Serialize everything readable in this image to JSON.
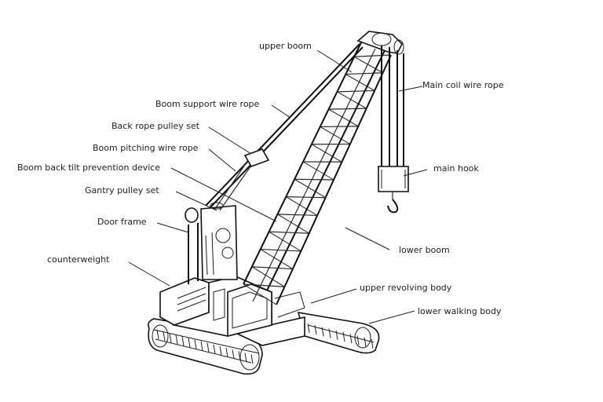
{
  "labels": {
    "upper_boom": "upper boom",
    "main_coil_wire_rope": "Main coil wire rope",
    "boom_support_wire_rope": "Boom support wire rope",
    "back_rope_pulley_set": "Back rope pulley set",
    "boom_pitching_wire_rope": "Boom pitching wire rope",
    "boom_back_tilt_prevention_device": "Boom back tilt prevention device",
    "main_hook": "main hook",
    "gantry_pulley_set": "Gantry pulley set",
    "door_frame": "Door frame",
    "lower_boom": "lower boom",
    "counterweight": "counterweight",
    "upper_revolving_body": "upper revolving body",
    "lower_walking_body": "lower walking body"
  }
}
